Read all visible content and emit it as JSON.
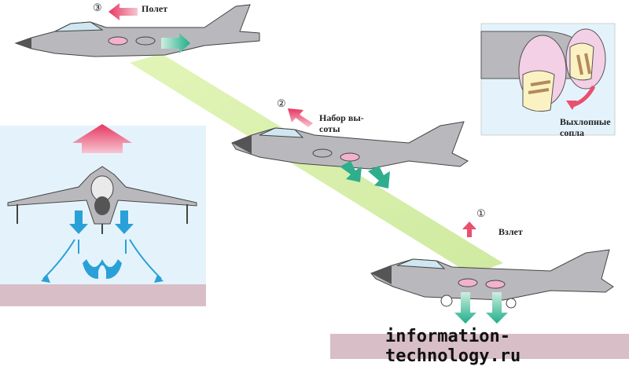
{
  "labels": {
    "step3": {
      "number": "③",
      "text": "Полет"
    },
    "step2": {
      "number": "②",
      "line1": "Набор вы-",
      "line2": "соты"
    },
    "step1": {
      "number": "①",
      "text": "Взлет"
    },
    "nozzles": {
      "line1": "Выхлопные",
      "line2": "сопла"
    }
  },
  "watermark": "information-technology.ru",
  "colors": {
    "beam": "#d6f0a8",
    "ground": "#d6b9c2",
    "sky_panel": "#e3f3fb",
    "aircraft": "#b9b9bd",
    "red_arrow": "#e8506e",
    "green_arrow": "#3fb89a",
    "blue_arrow": "#2aa0d8"
  }
}
